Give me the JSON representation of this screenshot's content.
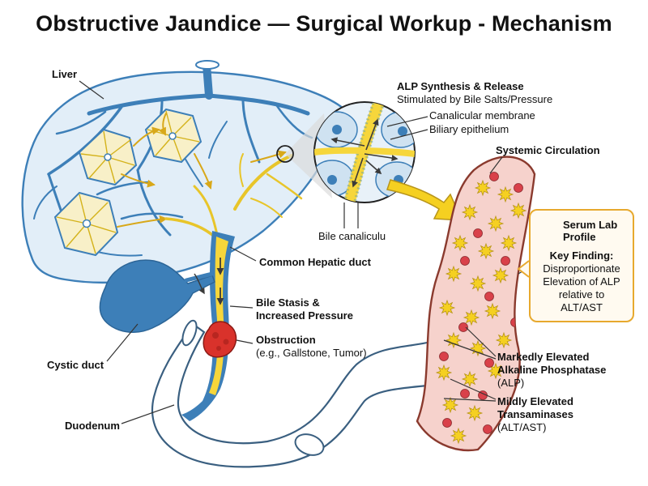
{
  "title": "Obstructive Jaundice — Surgical Workup - Mechanism",
  "labels": {
    "liver": "Liver",
    "alp_synthesis": "ALP Synthesis & Release",
    "stimulated": "Stimulated by Bile Salts/Pressure",
    "canalicular_membrane": "Canalicular membrane",
    "biliary_epithelium": "Biliary epithelium",
    "systemic_circulation": "Systemic Circulation",
    "bile_canaliculi": "Bile canaliculu",
    "common_hepatic_duct": "Common Hepatic duct",
    "bile_stasis_1": "Bile Stasis &",
    "bile_stasis_2": "Increased Pressure",
    "obstruction": "Obstruction",
    "obstruction_eg": "(e.g., Gallstone, Tumor)",
    "cystic_duct": "Cystic duct",
    "duodenum": "Duodenum",
    "alp_1": "Markedly Elevated",
    "alp_2": "Alkaline Phosphatase",
    "alp_3": "(ALP)",
    "trans_1": "Mildly Elevated",
    "trans_2": "Transaminases",
    "trans_3": "(ALT/AST)"
  },
  "lab_panel": {
    "title_1": "Serum Lab",
    "title_2": "Profile",
    "key_label": "Key Finding:",
    "body_1": "Disproportionate",
    "body_2": "Elevation of ALP",
    "body_3": "relative to",
    "body_4": "ALT/AST"
  },
  "colors": {
    "duct_blue": "#3d7fb8",
    "liver_fill": "#e2eef8",
    "bile_yellow": "#f6d63b",
    "obstruction_red": "#d9322b",
    "vessel_pink": "#f6d2cc",
    "vessel_border": "#8a3a2e",
    "alp_star": "#f5d021",
    "rbc_red": "#d9414a",
    "panel_border": "#e7a92e"
  },
  "icons": [
    "test-tube-icon",
    "gallstone-icon",
    "callout-arrow-icon",
    "flow-arrow-icon"
  ]
}
